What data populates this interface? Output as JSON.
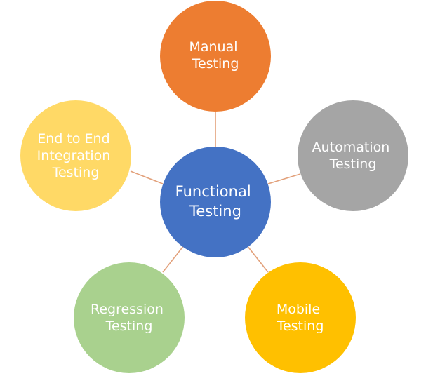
{
  "center": {
    "id": "functional",
    "lines": [
      "Functional",
      "Testing"
    ],
    "color": "#4472c4"
  },
  "nodes": [
    {
      "id": "manual",
      "lines": [
        "Manual",
        "Testing"
      ],
      "color": "#ed7d31"
    },
    {
      "id": "automation",
      "lines": [
        "Automation",
        "Testing"
      ],
      "color": "#a5a5a5"
    },
    {
      "id": "mobile",
      "lines": [
        "Mobile",
        "Testing"
      ],
      "color": "#ffc000"
    },
    {
      "id": "regression",
      "lines": [
        "Regression",
        "Testing"
      ],
      "color": "#a9d18e"
    },
    {
      "id": "end-to-end",
      "lines": [
        "End to End",
        "Integration",
        "Testing"
      ],
      "color": "#ffd966"
    }
  ],
  "connector_color": "#e2a07a"
}
